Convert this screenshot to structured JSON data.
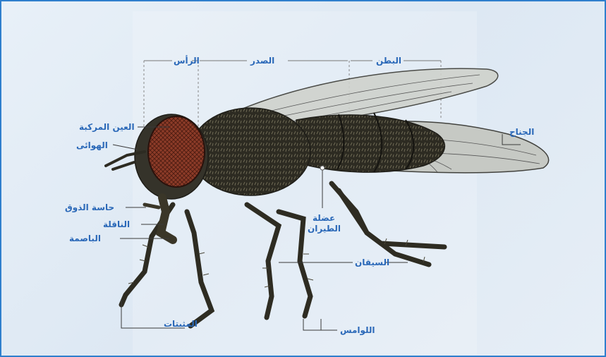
{
  "colors": {
    "frame_border": "#2f7fcd",
    "label_text": "#2a68b8",
    "leader_line": "#3a3a3a",
    "fly_body": "#2b2a22",
    "fly_eye": "#8a3d2a",
    "wing": "#c9ccc6"
  },
  "segments": {
    "head": "الرأس",
    "thorax": "الصدر",
    "abdomen": "البطن"
  },
  "labels": {
    "compound_eye": "العين المركبة",
    "antenna": "الهوائى",
    "palp": "حاسة الذوق",
    "proboscis": "الناقلة",
    "labellum": "الباصمة",
    "pulvilli": "المثبتات",
    "wing": "الجناح",
    "flight_muscle_line1": "عضلة",
    "flight_muscle_line2": "الطيران",
    "legs": "السيقان",
    "claws": "اللوامس"
  }
}
